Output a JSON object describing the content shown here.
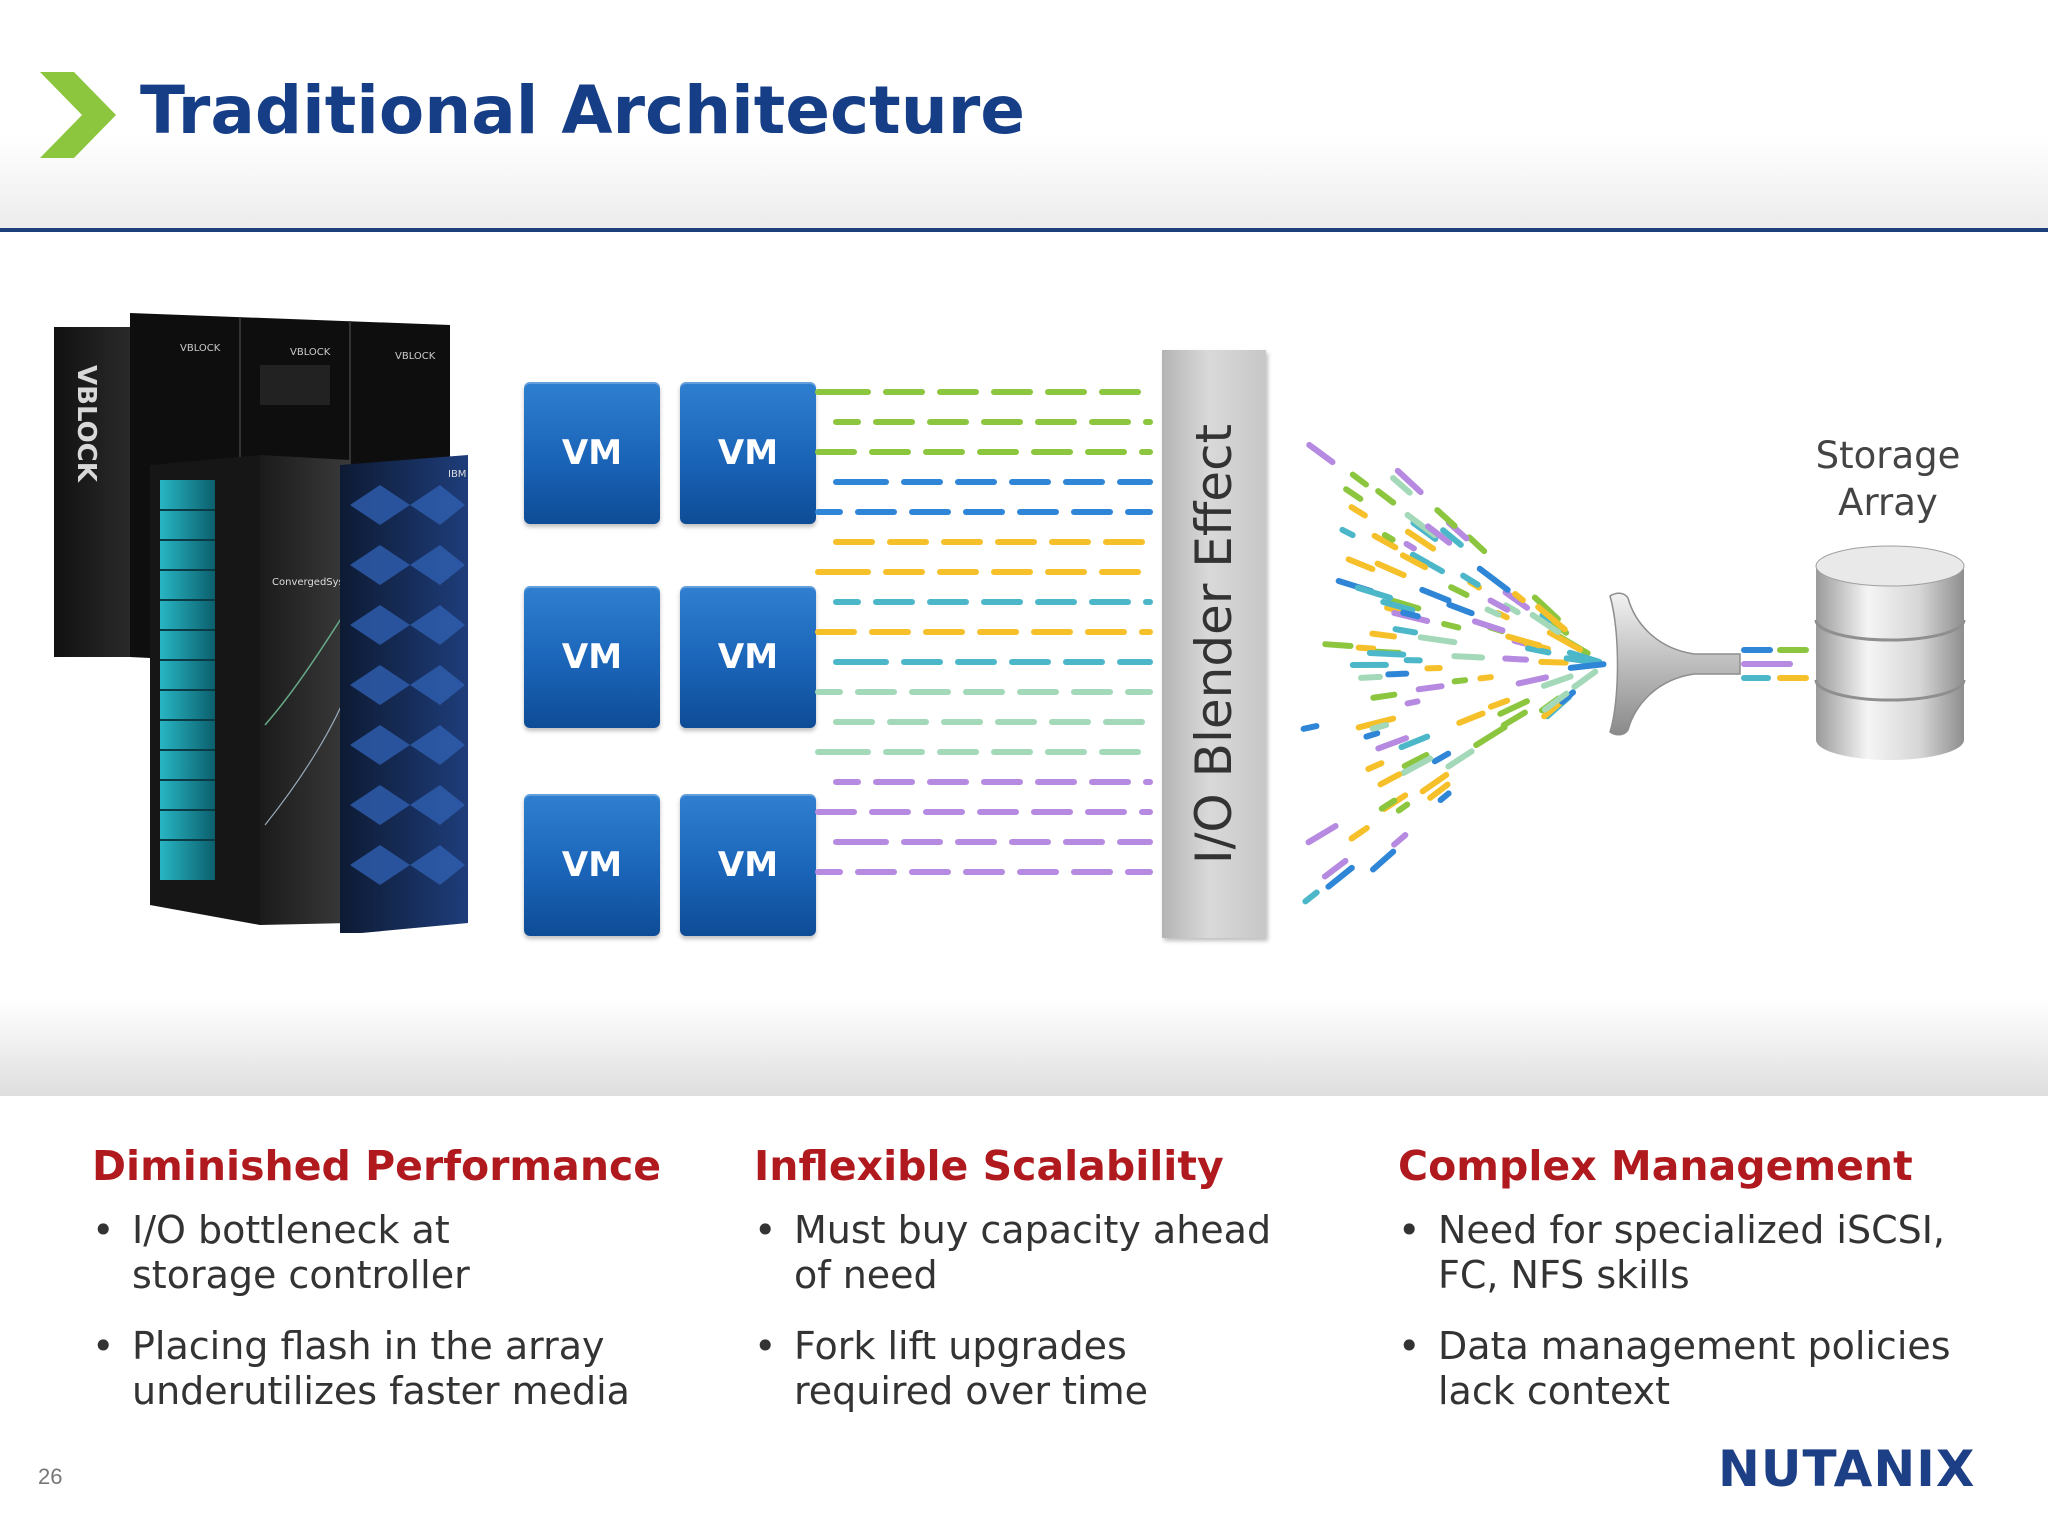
{
  "slide": {
    "title": "Traditional Architecture",
    "page_number": "26",
    "logo_text": "NUTANIX",
    "colors": {
      "title": "#163e86",
      "header_rule": "#1f3f7a",
      "accent_chevron": "#8cc63f",
      "heading_red": "#b01a1e",
      "vm_blue": "#1a64b8",
      "body_text": "#333333"
    }
  },
  "diagram": {
    "servers_image": "server-racks-image",
    "vm_label": "VM",
    "vm_count": 6,
    "blender_label": "I/O Blender Effect",
    "storage_label_lines": [
      "Storage",
      "Array"
    ],
    "io_colors": [
      "#8cc63f",
      "#2f86d6",
      "#f6c02a",
      "#4bb7c9",
      "#a3d9b8",
      "#b58ae0"
    ],
    "storage_icon": "database-cylinder-icon",
    "funnel_icon": "funnel-icon"
  },
  "columns": [
    {
      "heading": "Diminished Performance",
      "bullets": [
        {
          "lines": [
            "I/O bottleneck at",
            "storage controller"
          ]
        },
        {
          "lines": [
            "Placing flash in the array",
            "underutilizes faster media"
          ]
        }
      ]
    },
    {
      "heading": "Inflexible Scalability",
      "bullets": [
        {
          "lines": [
            "Must buy capacity ahead",
            "of need"
          ]
        },
        {
          "lines": [
            "Fork lift upgrades",
            "required over time"
          ]
        }
      ]
    },
    {
      "heading": "Complex Management",
      "bullets": [
        {
          "lines": [
            "Need for specialized iSCSI,",
            "FC, NFS skills"
          ]
        },
        {
          "lines": [
            "Data management policies",
            "lack context"
          ]
        }
      ]
    }
  ]
}
